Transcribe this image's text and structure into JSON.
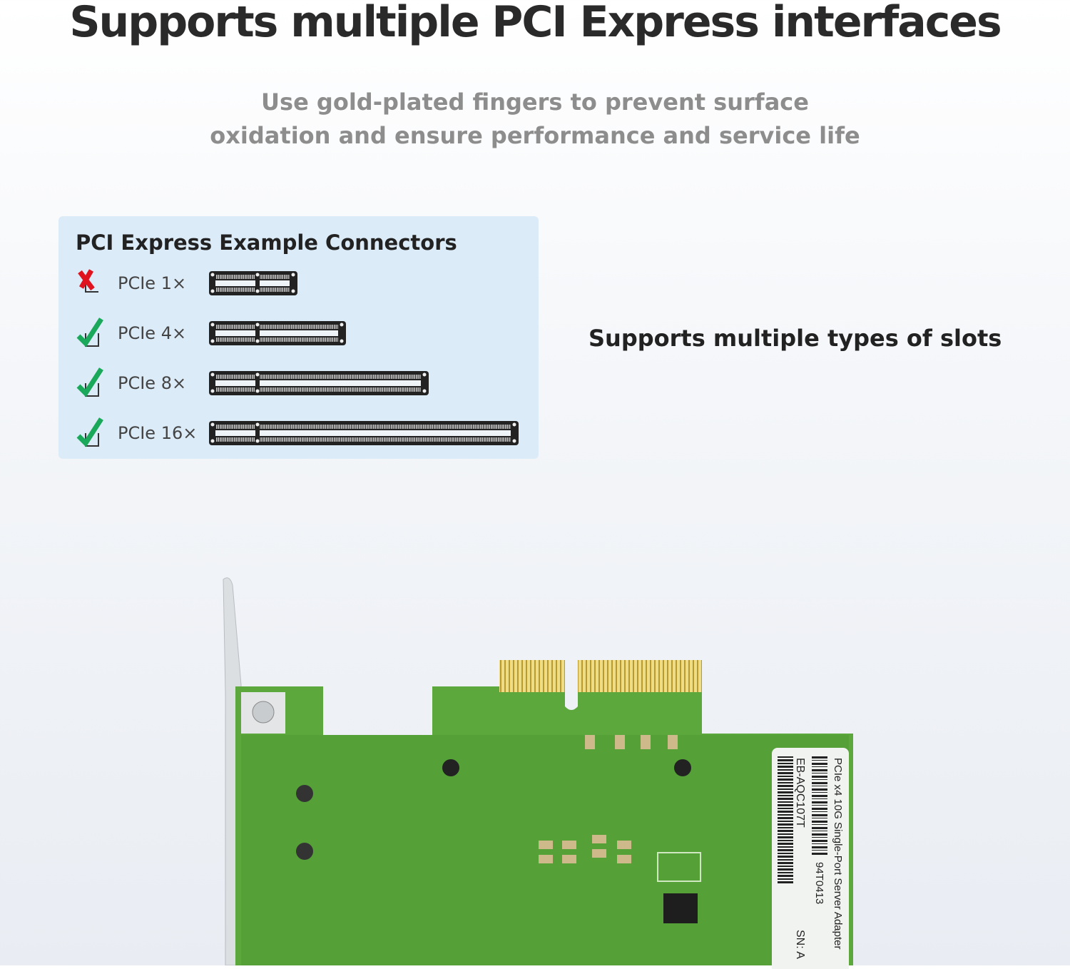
{
  "header": {
    "title": "Supports multiple PCI Express interfaces",
    "subtitle_line1": "Use gold-plated fingers to prevent surface",
    "subtitle_line2": "oxidation and ensure performance and service life"
  },
  "connectors": {
    "title": "PCI Express Example Connectors",
    "rows": [
      {
        "label": "PCIe 1×",
        "supported": false,
        "icon": "red-x-icon"
      },
      {
        "label": "PCIe 4×",
        "supported": true,
        "icon": "green-check-icon"
      },
      {
        "label": "PCIe 8×",
        "supported": true,
        "icon": "green-check-icon"
      },
      {
        "label": "PCIe 16×",
        "supported": true,
        "icon": "green-check-icon"
      }
    ]
  },
  "side_text": "Supports multiple types of slots",
  "card_label": {
    "line1": "PCIe x4 10G Single-Port Server Adapter",
    "model": "EB-AQC107T",
    "code": "94T0413",
    "sn": "SN: A"
  },
  "colors": {
    "panel": "#dcebf8",
    "pcb": "#5da83c",
    "gold": "#e6d27a",
    "check": "#1aa85a",
    "cross": "#e0141e"
  }
}
